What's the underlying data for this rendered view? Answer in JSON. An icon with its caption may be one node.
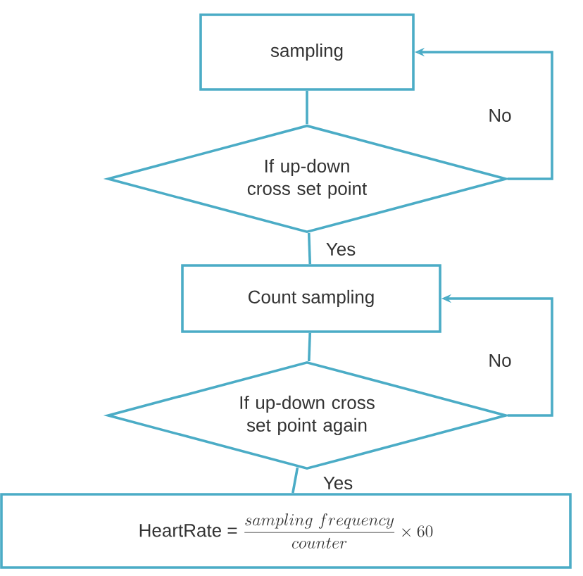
{
  "diagram": {
    "nodes": [
      {
        "text": [
          "sampling"
        ]
      },
      {
        "text": [
          "If up-down cross set point"
        ]
      },
      {
        "text": [
          "Count sampling"
        ]
      },
      {
        "text": [
          "If up-down cross set point again"
        ]
      },
      {
        "text": [
          "HeartRate =",
          "\\frac{sampling\\ frequency}{counter} \\times 60"
        ]
      }
    ],
    "edges": [
      {
        "from": 0,
        "to": 1,
        "arrow": "none"
      },
      {
        "from": 1,
        "to": 2,
        "arrow": "none",
        "label": "Yes"
      },
      {
        "from": 1,
        "to": 0,
        "arrow": "to",
        "label": "No"
      },
      {
        "from": 2,
        "to": 3,
        "arrow": "none"
      },
      {
        "from": 3,
        "to": 2,
        "arrow": "to",
        "label": "No"
      },
      {
        "from": 3,
        "to": 4,
        "arrow": "none",
        "label": "Yes"
      }
    ]
  }
}
